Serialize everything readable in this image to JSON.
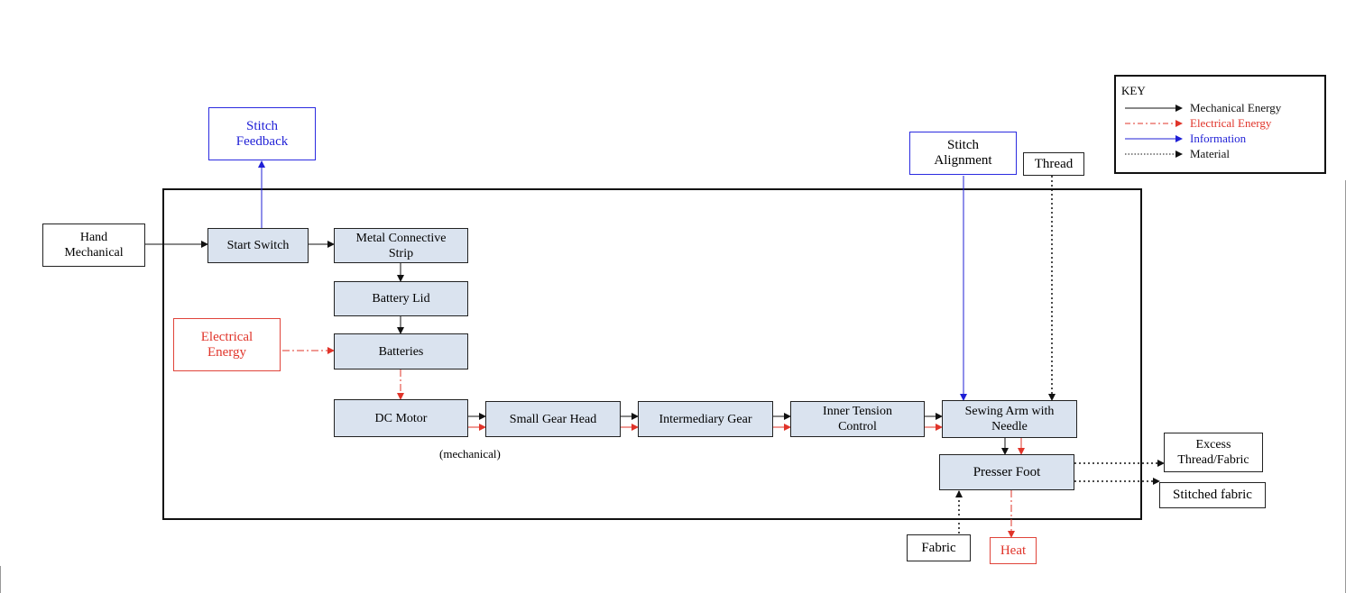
{
  "blocks": {
    "hand_mechanical": "Hand\nMechanical",
    "stitch_feedback": "Stitch\nFeedback",
    "start_switch": "Start Switch",
    "metal_strip": "Metal Connective\nStrip",
    "battery_lid": "Battery Lid",
    "electrical_energy": "Electrical\nEnergy",
    "batteries": "Batteries",
    "dc_motor": "DC Motor",
    "small_gear_head": "Small Gear Head",
    "intermediary_gear": "Intermediary Gear",
    "inner_tension": "Inner Tension\nControl",
    "sewing_arm": "Sewing Arm with\nNeedle",
    "presser_foot": "Presser Foot",
    "stitch_alignment": "Stitch\nAlignment",
    "thread": "Thread",
    "excess": "Excess\nThread/Fabric",
    "stitched_fabric": "Stitched fabric",
    "fabric": "Fabric",
    "heat": "Heat"
  },
  "annotation": "(mechanical)",
  "key": {
    "title": "KEY",
    "items": [
      {
        "label": "Mechanical Energy",
        "color": "#111111",
        "style": "solid"
      },
      {
        "label": "Electrical Energy",
        "color": "#e0342a",
        "style": "dashdot"
      },
      {
        "label": "Information",
        "color": "#1f1fd6",
        "style": "solid"
      },
      {
        "label": "Material",
        "color": "#111111",
        "style": "dotted"
      }
    ]
  }
}
